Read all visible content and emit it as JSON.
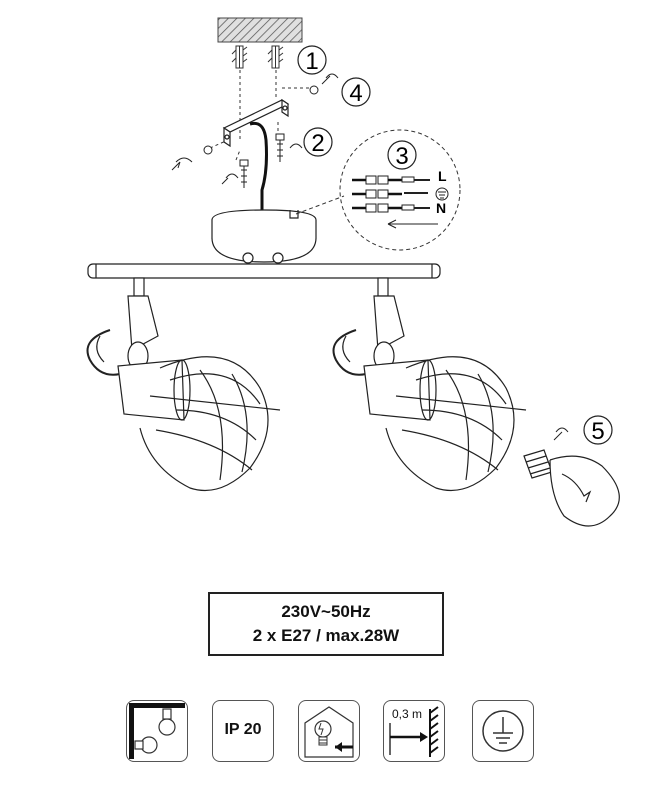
{
  "steps": [
    "1",
    "2",
    "3",
    "4",
    "5"
  ],
  "terminal_labels": {
    "live": "L",
    "neutral": "N"
  },
  "specs": {
    "voltage": "230V~50Hz",
    "bulbs": "2 x E27 / max.28W"
  },
  "icons": {
    "ip_rating": "IP 20",
    "distance": "0,3 m"
  }
}
